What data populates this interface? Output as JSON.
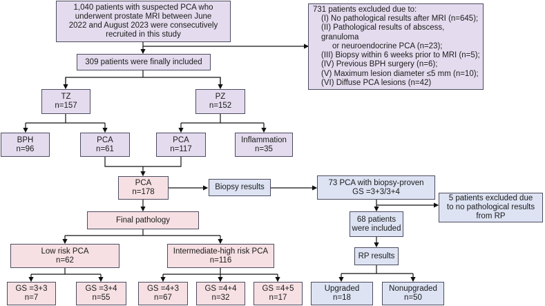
{
  "diagram": {
    "start": {
      "lines": [
        "1,040 patients with suspected PCA who",
        "underwent prostate MRI between June",
        "2022 and August 2023 were consecutively",
        "recruited in this study"
      ]
    },
    "excluded": {
      "title": "731 patients excluded due to:",
      "items": [
        "(I) No pathological results after MRI (n=645);",
        "(II) Pathological results of abscess, granuloma",
        "or neuroendocrine PCA (n=23);",
        "(III) Biopsy within 6 weeks prior to MRI (n=5);",
        "(IV) Previous BPH surgery (n=6);",
        "(V) Maximum lesion diameter ≤5 mm (n=10);",
        "(VI) Diffuse PCA lesions (n=42)"
      ]
    },
    "included": {
      "label": "309 patients were finally included"
    },
    "tz": {
      "label": "TZ",
      "n": "n=157"
    },
    "pz": {
      "label": "PZ",
      "n": "n=152"
    },
    "bph": {
      "label": "BPH",
      "n": "n=96"
    },
    "pca_tz": {
      "label": "PCA",
      "n": "n=61"
    },
    "pca_pz": {
      "label": "PCA",
      "n": "n=117"
    },
    "inflammation": {
      "label": "Inflammation",
      "n": "n=35"
    },
    "pca_total": {
      "label": "PCA",
      "n": "n=178"
    },
    "biopsy": {
      "label": "Biopsy results"
    },
    "biopsy_proven": {
      "lines": [
        "73 PCA with biopsy-proven",
        "GS =3+3/3+4"
      ]
    },
    "rp_excluded": {
      "lines": [
        "5 patients excluded due",
        "to no pathological results",
        "from RP"
      ]
    },
    "rp_included": {
      "lines": [
        "68 patients",
        "were included"
      ]
    },
    "rp_results": {
      "label": "RP results"
    },
    "upgraded": {
      "label": "Upgraded",
      "n": "n=18"
    },
    "nonupgraded": {
      "label": "Nonupgraded",
      "n": "n=50"
    },
    "final_pathology": {
      "label": "Final pathology"
    },
    "low_risk": {
      "label": "Low risk PCA",
      "n": "n=62"
    },
    "int_high_risk": {
      "label": "Intermediate-high risk PCA",
      "n": "n=116"
    },
    "gs33": {
      "label": "GS =3+3",
      "n": "n=7"
    },
    "gs34": {
      "label": "GS =3+4",
      "n": "n=55"
    },
    "gs43": {
      "label": "GS =4+3",
      "n": "n=67"
    },
    "gs44": {
      "label": "GS =4+4",
      "n": "n=32"
    },
    "gs45": {
      "label": "GS =4+5",
      "n": "n=17"
    }
  },
  "colors": {
    "purple": "#e4dcee",
    "pink": "#f6e0e3",
    "blue": "#dde3f3",
    "border": "#4a4a5e"
  }
}
